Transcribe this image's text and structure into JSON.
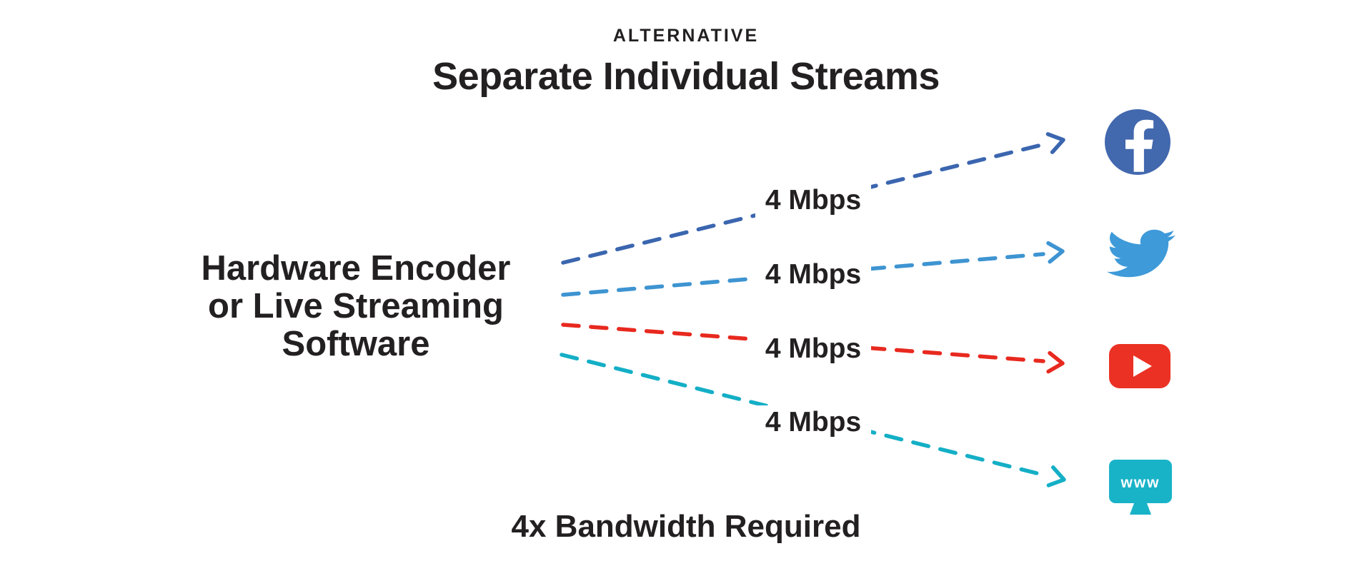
{
  "header": {
    "kicker": "ALTERNATIVE",
    "title": "Separate Individual Streams"
  },
  "source": {
    "lines": [
      "Hardware Encoder",
      "or Live Streaming",
      "Software"
    ]
  },
  "streams": [
    {
      "platform": "Facebook",
      "bandwidth": "4 Mbps",
      "line_color": "#3B66AF",
      "brand_color": "#4268AE"
    },
    {
      "platform": "Twitter",
      "bandwidth": "4 Mbps",
      "line_color": "#3E94D1",
      "brand_color": "#3E9AD9"
    },
    {
      "platform": "YouTube",
      "bandwidth": "4 Mbps",
      "line_color": "#E8291F",
      "brand_color": "#EA3123"
    },
    {
      "platform": "Website",
      "bandwidth": "4 Mbps",
      "line_color": "#14AFC6",
      "brand_color": "#19B3C8",
      "icon_label": "www"
    }
  ],
  "footer": {
    "note": "4x Bandwidth Required"
  },
  "text_color": "#232021"
}
